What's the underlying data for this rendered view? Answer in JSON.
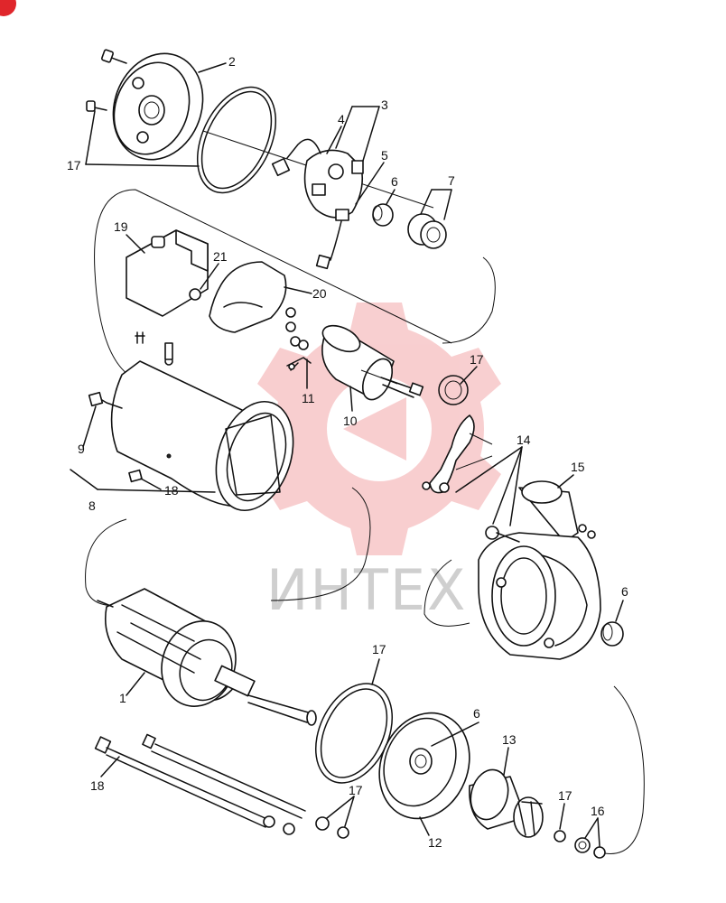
{
  "watermark": {
    "text": "ИНТЕХ",
    "color": "#e0262b"
  },
  "callouts": {
    "c2": "2",
    "c3": "3",
    "c4": "4",
    "c5": "5",
    "c6a": "6",
    "c7": "7",
    "c17a": "17",
    "c19": "19",
    "c21": "21",
    "c20": "20",
    "c11": "11",
    "c10": "10",
    "c17b": "17",
    "c14": "14",
    "c15": "15",
    "c9": "9",
    "c8": "8",
    "c18a": "18",
    "c6b": "6",
    "c1": "1",
    "c17c": "17",
    "c6c": "6",
    "c13": "13",
    "c18b": "18",
    "c17d": "17",
    "c12": "12",
    "c17e": "17",
    "c16": "16"
  }
}
